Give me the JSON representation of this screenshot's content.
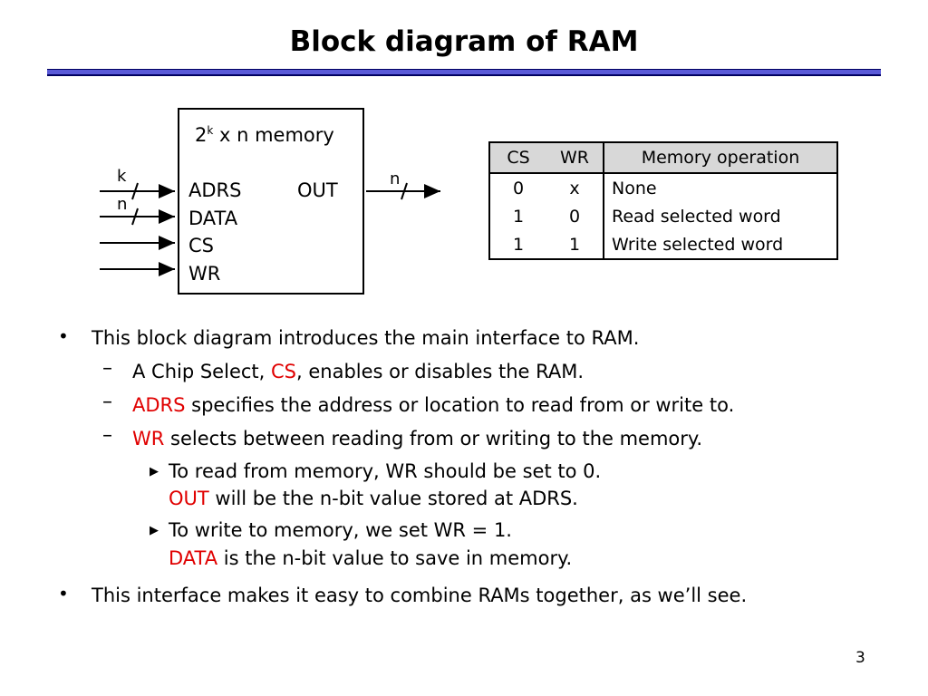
{
  "slide": {
    "title": "Block diagram of RAM",
    "page_number": "3"
  },
  "diagram": {
    "chip_title_base": "2",
    "chip_title_exp": "k",
    "chip_title_rest": " x n memory",
    "pins_left": [
      "ADRS",
      "DATA",
      "CS",
      "WR"
    ],
    "pin_out": "OUT",
    "bus_k": "k",
    "bus_n_in": "n",
    "bus_n_out": "n"
  },
  "truth_table": {
    "headers": [
      "CS",
      "WR",
      "Memory operation"
    ],
    "rows": [
      [
        "0",
        "x",
        "None"
      ],
      [
        "1",
        "0",
        "Read selected word"
      ],
      [
        "1",
        "1",
        "Write selected word"
      ]
    ]
  },
  "bullets": {
    "b1": "This block diagram introduces the main interface to RAM.",
    "b1_s1_pre": "A Chip Select, ",
    "b1_s1_red": "CS",
    "b1_s1_post": ", enables or disables the RAM.",
    "b1_s2_red": "ADRS",
    "b1_s2_post": " specifies the address or location to read from or write to.",
    "b1_s3_red": "WR",
    "b1_s3_post": " selects between reading from or writing to the memory.",
    "b1_s3_t1_line1": "To read from memory, WR should be set to 0.",
    "b1_s3_t1_red": "OUT",
    "b1_s3_t1_post": " will be the n-bit value stored at ADRS.",
    "b1_s3_t2_line1": "To write to memory, we set WR = 1.",
    "b1_s3_t2_red": "DATA",
    "b1_s3_t2_post": " is the n-bit value to save in memory.",
    "b2": "This interface makes it easy to combine RAMs together, as we’ll see."
  },
  "colors": {
    "rule": "#5a5ad8",
    "highlight": "#e00000",
    "table_header": "#d8d8d8"
  }
}
